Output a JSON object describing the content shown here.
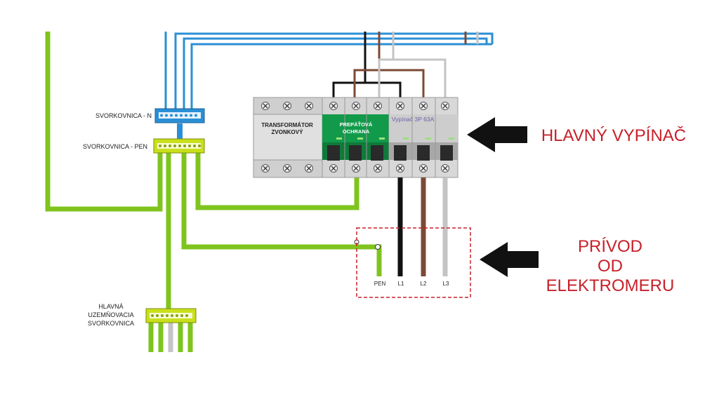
{
  "labels": {
    "svorkovnica_n": "SVORKOVNICA - N",
    "svorkovnica_pen": "SVORKOVNICA - PEN",
    "hlavna_1": "HLAVNÁ",
    "hlavna_2": "UZEMŇOVACIA",
    "hlavna_3": "SVORKOVNICA",
    "transformator_1": "TRANSFORMÁTOR",
    "transformator_2": "ZVONKOVÝ",
    "prepatova_1": "PREPÄŤOVÁ",
    "prepatova_2": "OCHRANA",
    "vypinac": "Vypínač 3P 63A",
    "hlavny_vypinac": "HLAVNÝ VYPÍNAČ",
    "privod_1": "PRÍVOD",
    "privod_2": "OD",
    "privod_3": "ELEKTROMERU",
    "pen": "PEN",
    "l1": "L1",
    "l2": "L2",
    "l3": "L3"
  },
  "colors": {
    "green": "#7fc41e",
    "blue": "#2b8fd6",
    "black": "#111111",
    "brown": "#7b4a35",
    "grey": "#c4c4c4",
    "red": "#c8202a",
    "module_green": "#119a4a",
    "module_grey": "#d8d8d8"
  }
}
